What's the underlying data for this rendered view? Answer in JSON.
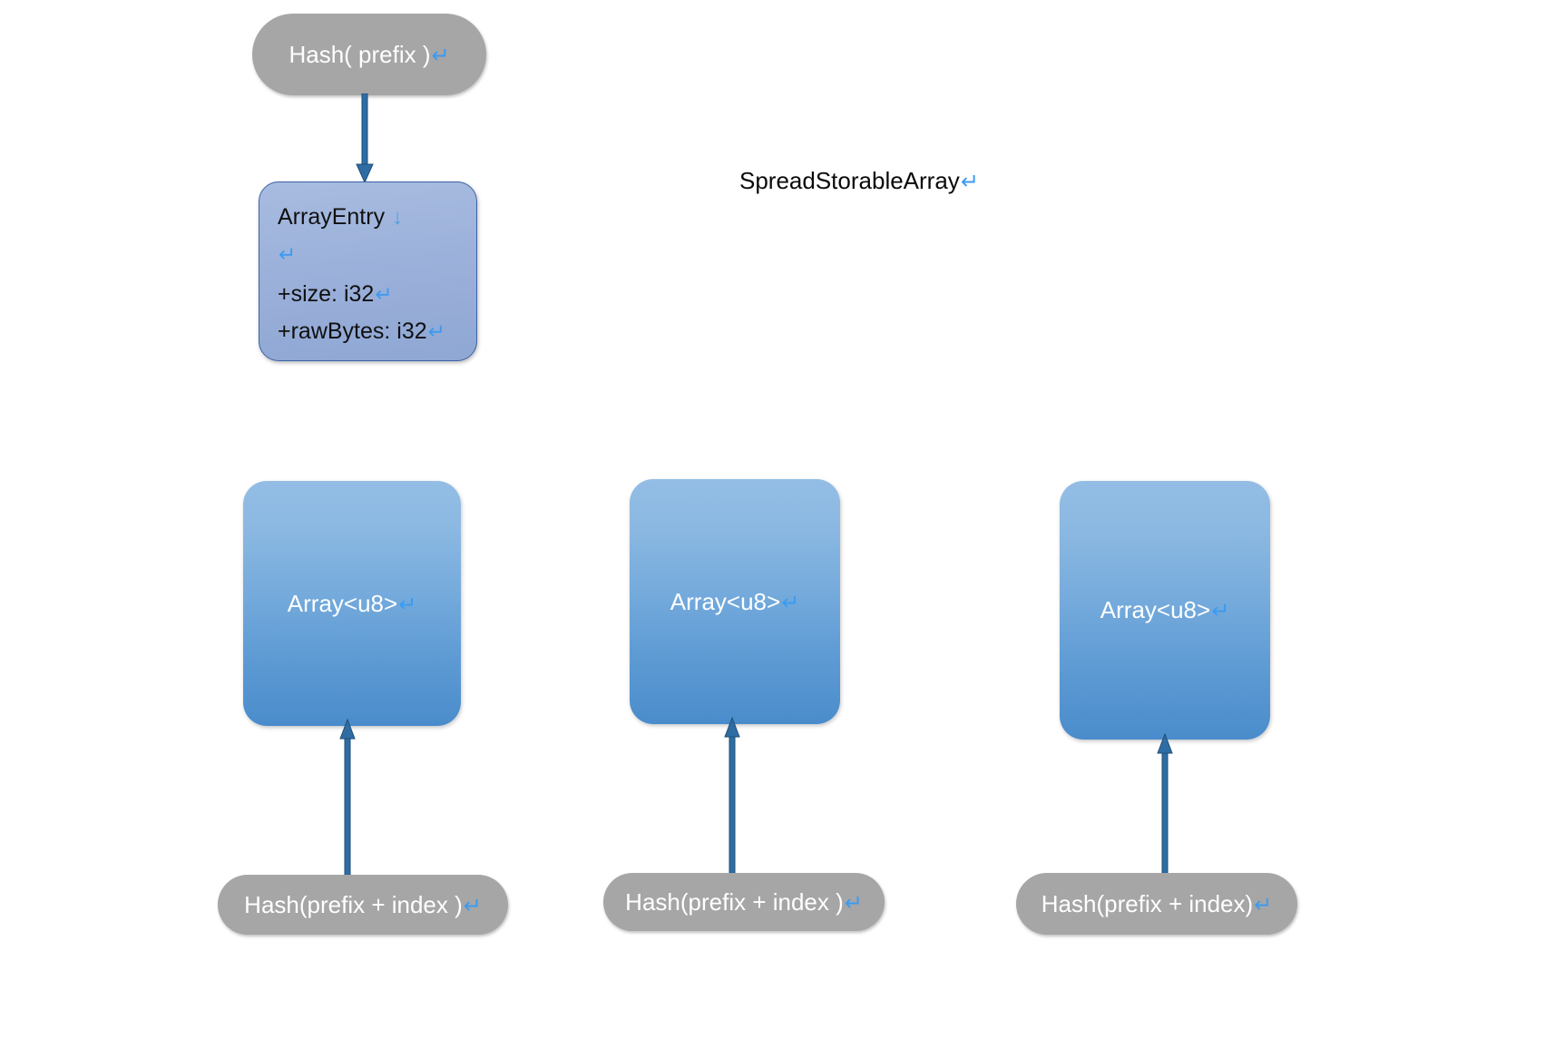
{
  "diagram": {
    "title": "SpreadStorableArray",
    "title_mark": "↵",
    "background_color": "#FFFFFF",
    "accent_color": "#3C9BF0",
    "arrow_color": "#2E6DA4",
    "pill_color": "#A6A6A6",
    "entry_box_color": "#9CB1DA",
    "array_box_gradient": [
      "#93BDE4",
      "#4A8CCB"
    ]
  },
  "nodes": {
    "hash_prefix": {
      "label": "Hash( prefix )",
      "mark": "↵"
    },
    "array_entry": {
      "title": "ArrayEntry",
      "title_mark": "↓",
      "blank_mark": "↵",
      "fields": [
        {
          "text": "+size: i32",
          "mark": "↵"
        },
        {
          "text": "+rawBytes: i32",
          "mark": "↵"
        }
      ]
    },
    "arrays": [
      {
        "label": "Array<u8>",
        "mark": "↵"
      },
      {
        "label": "Array<u8>",
        "mark": "↵"
      },
      {
        "label": "Array<u8>",
        "mark": "↵"
      }
    ],
    "hash_index": [
      {
        "label": "Hash(prefix + index )",
        "mark": "↵"
      },
      {
        "label": "Hash(prefix + index )",
        "mark": "↵"
      },
      {
        "label": "Hash(prefix + index)",
        "mark": "↵"
      }
    ]
  },
  "connectors": [
    {
      "name": "hash-prefix-to-array-entry",
      "direction": "down"
    },
    {
      "name": "hash-index-0-to-array-0",
      "direction": "up"
    },
    {
      "name": "hash-index-1-to-array-1",
      "direction": "up"
    },
    {
      "name": "hash-index-2-to-array-2",
      "direction": "up"
    }
  ]
}
